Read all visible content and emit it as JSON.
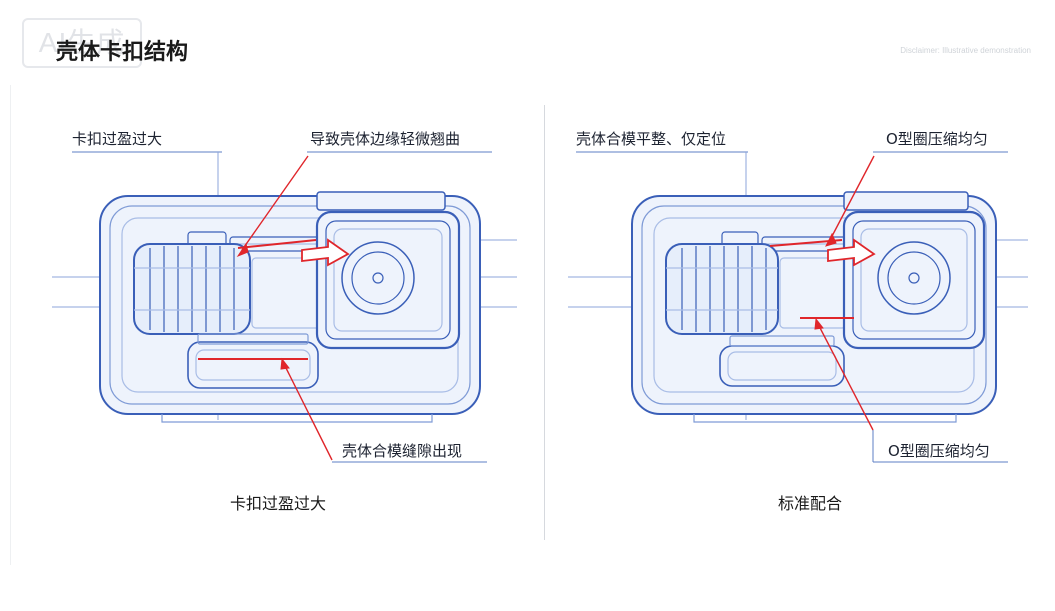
{
  "page": {
    "title": "壳体卡扣结构",
    "watermark": "AI生成",
    "faint_text": "Disclaimer: Illustrative demonstration"
  },
  "colors": {
    "line": "#3a5fb8",
    "line_light": "#a9bde6",
    "fill": "#eef3fc",
    "accent": "#e0262b",
    "leader": "#5d7fc6"
  },
  "panels": {
    "left": {
      "caption": "卡扣过盈过大",
      "labels": {
        "top_left": "卡扣过盈过大",
        "top_right": "导致壳体边缘轻微翘曲",
        "bottom": "壳体合模缝隙出现"
      }
    },
    "right": {
      "caption": "标准配合",
      "labels": {
        "top_left": "壳体合模平整、仅定位",
        "top_right": "O型圈压缩均匀",
        "bottom": "O型圈压缩均匀"
      }
    }
  }
}
